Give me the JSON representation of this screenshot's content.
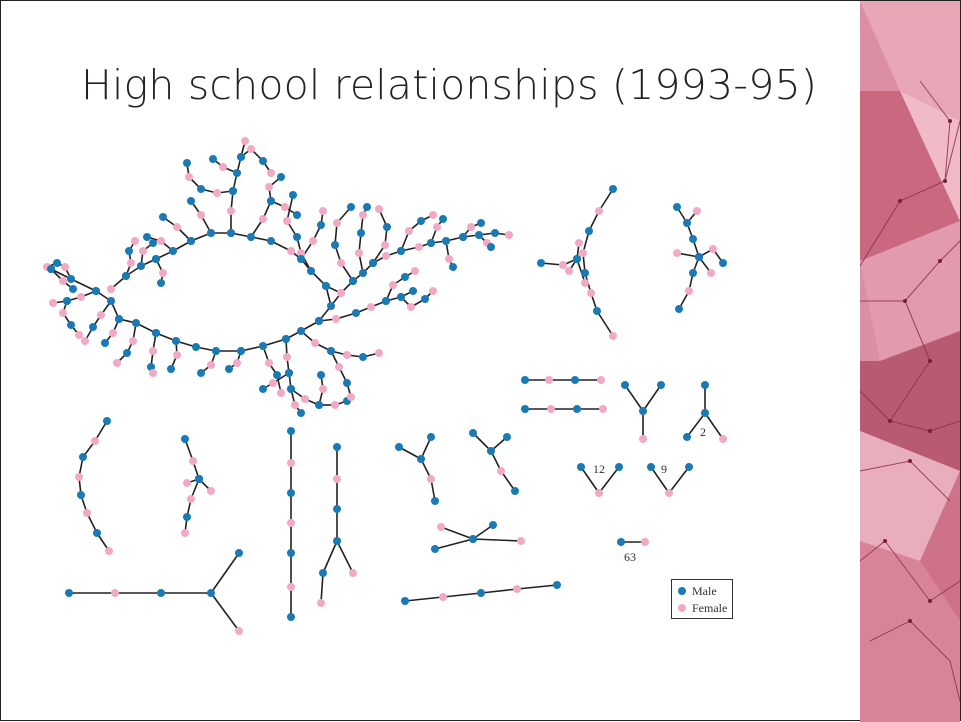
{
  "slide": {
    "title": "High school relationships (1993-95)"
  },
  "legend": {
    "male_label": "Male",
    "female_label": "Female",
    "male_color": "#1a7ab5",
    "female_color": "#f2a9c6"
  },
  "component_labels": {
    "label_2": "2",
    "label_12": "12",
    "label_9": "9",
    "label_63": "63"
  },
  "theme": {
    "side_panel_color": "#d9869c",
    "edge_color": "#222222"
  }
}
